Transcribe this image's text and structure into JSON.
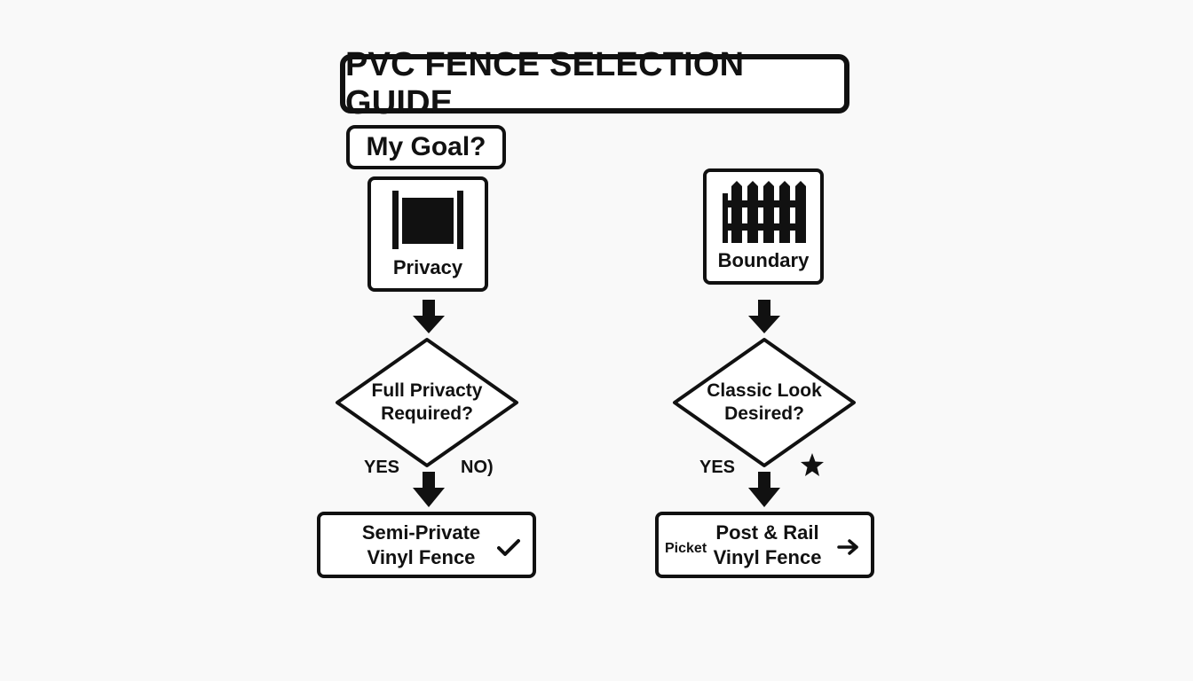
{
  "title": "PVC FENCE SELECTION GUIDE",
  "goal_question": "My Goal?",
  "left_branch": {
    "option_label": "Privacy",
    "option_icon": "solid-panel-fence-icon",
    "decision_line1": "Full Privacty",
    "decision_line2": "Required?",
    "yes_label": "YES",
    "no_label": "NO)",
    "result_line1": "Semi-Private",
    "result_line2": "Vinyl Fence",
    "result_icon": "checkmark-icon"
  },
  "right_branch": {
    "option_label": "Boundary",
    "option_icon": "picket-fence-icon",
    "decision_line1": "Classic Look",
    "decision_line2": "Desired?",
    "yes_label": "YES",
    "star_icon": "star-icon",
    "result_prefix": "Picket",
    "result_line1": "Post & Rail",
    "result_line2": "Vinyl Fence",
    "result_icon": "right-arrow-icon"
  }
}
